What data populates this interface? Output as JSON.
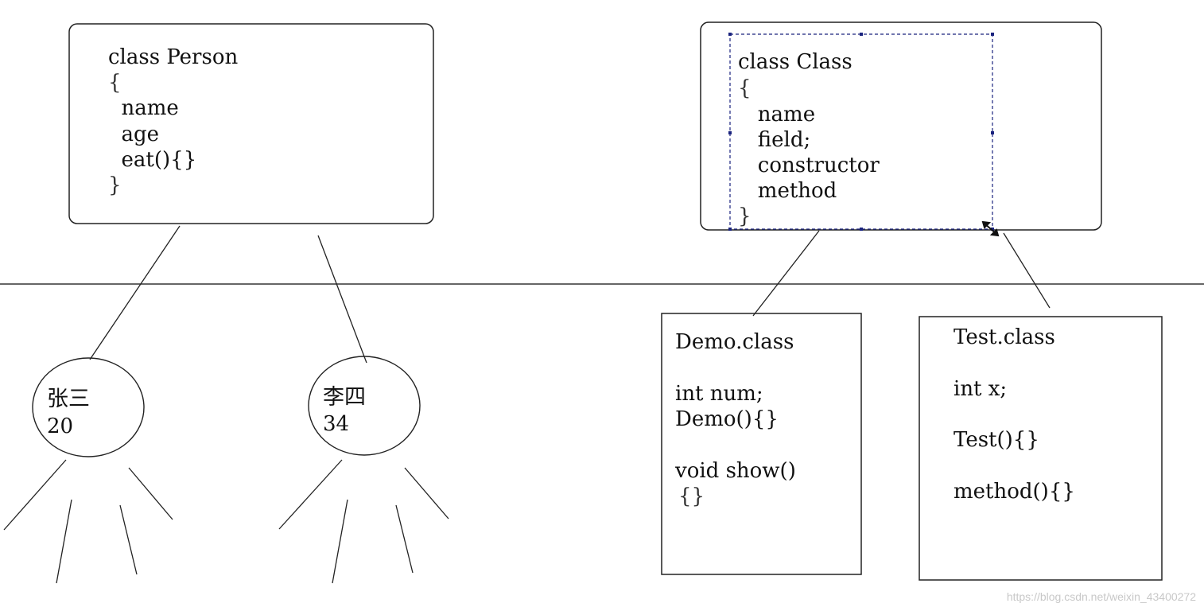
{
  "person_box": {
    "lines": [
      "class Person",
      "{",
      "  name",
      "  age",
      "  eat(){}",
      "}"
    ]
  },
  "class_box": {
    "lines": [
      "class Class",
      "{",
      "   name",
      "   field;",
      "   constructor",
      "   method",
      "}"
    ]
  },
  "objects": [
    {
      "name": "张三",
      "age": "20"
    },
    {
      "name": "李四",
      "age": "34"
    }
  ],
  "demo_box": {
    "lines": [
      "Demo.class",
      "",
      "int num;",
      "Demo(){}",
      "",
      "void show()",
      "{}"
    ]
  },
  "test_box": {
    "lines": [
      "Test.class",
      "",
      "int x;",
      "",
      "Test(){}",
      "",
      "method(){}"
    ]
  },
  "watermark": "https://blog.csdn.net/weixin_43400272",
  "colors": {
    "line": "#222222",
    "selection": "#1a237e"
  }
}
